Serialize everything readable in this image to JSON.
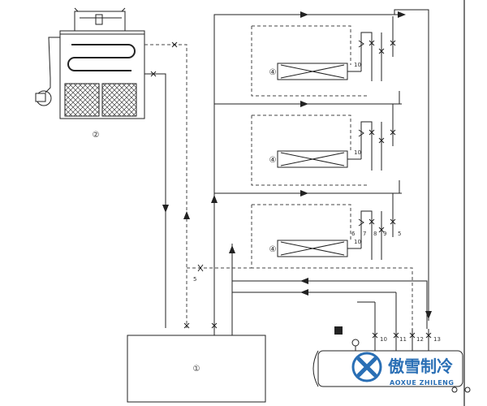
{
  "labels": {
    "tank": "①",
    "condenser_unit": "②",
    "air_cooler_1": "④",
    "air_cooler_2": "④",
    "air_cooler_3": "④"
  },
  "valve_numbers": {
    "cooler1": "10",
    "cooler2": "10",
    "cooler3": "10",
    "c3_a": "6",
    "c3_b": "7",
    "c3_c": "8",
    "c3_d": "9",
    "c3_e": "5",
    "mid": "5",
    "bottom": [
      "10",
      "11",
      "12",
      "13"
    ]
  },
  "watermark": {
    "cn": "傲雪制冷",
    "en": "AOXUE ZHILENG"
  }
}
